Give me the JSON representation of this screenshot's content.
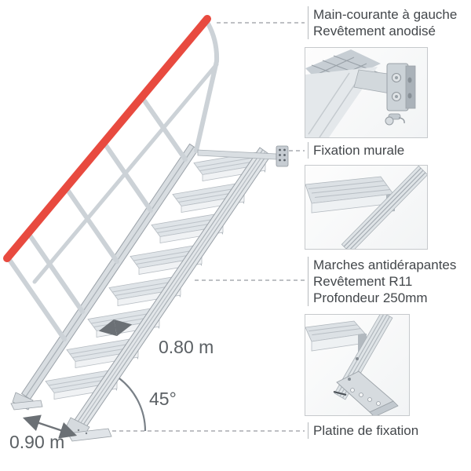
{
  "annotations": {
    "handrail": {
      "lines": [
        "Main-courante à gauche",
        "Revêtement anodisé"
      ]
    },
    "wall_fixation": {
      "lines": [
        "Fixation murale"
      ]
    },
    "steps": {
      "lines": [
        "Marches antidérapantes",
        "Revêtement R11",
        "Profondeur 250mm"
      ]
    },
    "base_plate": {
      "lines": [
        "Platine de fixation"
      ]
    }
  },
  "dimensions": {
    "stair_width": "0.80 m",
    "angle": "45°",
    "base_depth": "0.90 m"
  },
  "colors": {
    "handrail_red": "#e84a3f",
    "metal_light": "#e2e6e9",
    "metal_mid": "#ccd2d7",
    "metal_dark": "#9aa1a8",
    "label_text": "#43474b",
    "dimension_text": "#5b6064",
    "leader_line": "#a8acb0",
    "inset_border": "#c6c9cc"
  },
  "insets": [
    {
      "name": "wall-bracket-detail"
    },
    {
      "name": "step-tread-detail"
    },
    {
      "name": "base-plate-detail"
    }
  ]
}
